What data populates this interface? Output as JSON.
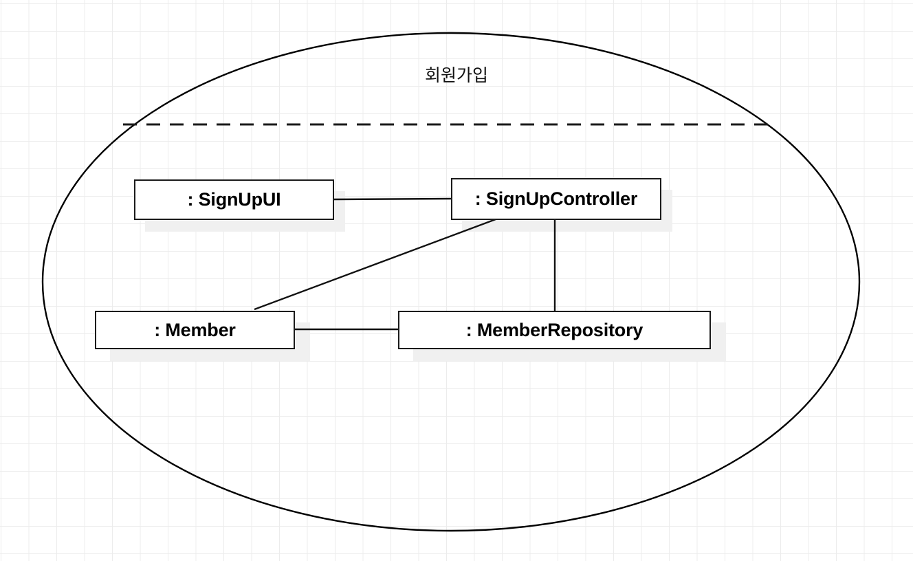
{
  "diagram": {
    "type": "uml-communication-diagram",
    "boundary": {
      "label": "회원가입",
      "shape": "ellipse",
      "separator": "dashed"
    },
    "nodes": [
      {
        "id": "signupui",
        "label": ": SignUpUI",
        "role": "boundary-object"
      },
      {
        "id": "signupcontroller",
        "label": ": SignUpController",
        "role": "control-object"
      },
      {
        "id": "member",
        "label": ": Member",
        "role": "entity-object"
      },
      {
        "id": "memberrepository",
        "label": ": MemberRepository",
        "role": "entity-object"
      }
    ],
    "links": [
      {
        "from": "signupui",
        "to": "signupcontroller"
      },
      {
        "from": "signupcontroller",
        "to": "member"
      },
      {
        "from": "signupcontroller",
        "to": "memberrepository"
      },
      {
        "from": "member",
        "to": "memberrepository"
      }
    ],
    "colors": {
      "stroke": "#111111",
      "shadow": "#f0f0f0",
      "grid": "#ececec",
      "background": "#ffffff"
    }
  }
}
